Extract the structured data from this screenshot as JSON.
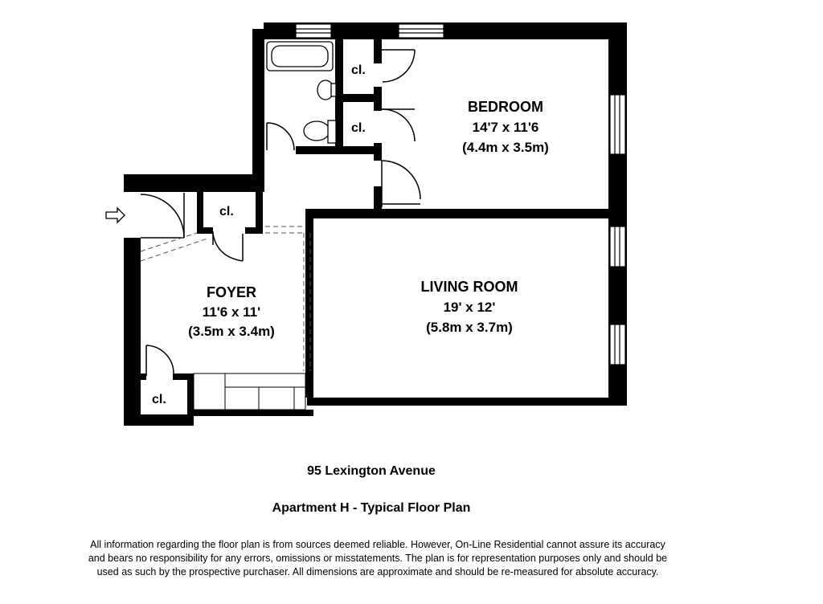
{
  "rooms": {
    "bedroom": {
      "name": "BEDROOM",
      "imperial": "14'7 x 11'6",
      "metric": "(4.4m x 3.5m)"
    },
    "living_room": {
      "name": "LIVING ROOM",
      "imperial": "19' x 12'",
      "metric": "(5.8m x 3.7m)"
    },
    "foyer": {
      "name": "FOYER",
      "imperial": "11'6 x 11'",
      "metric": "(3.5m x 3.4m)"
    }
  },
  "closets": {
    "top": "cl.",
    "middle": "cl.",
    "foyer_top": "cl.",
    "foyer_bottom": "cl."
  },
  "entry_icon": "arrow-right-icon",
  "address": "95 Lexington Avenue",
  "plan_title": "Apartment H - Typical Floor Plan",
  "disclaimer": [
    "All information regarding the floor plan is from sources deemed reliable.  However, On-Line Residential cannot assure its accuracy",
    "and bears no responsibility for any errors, omissions or misstatements.  The plan is for representation purposes only and should be",
    "used as such by the prospective purchaser.  All dimensions are approximate and should be re-measured for absolute accuracy."
  ]
}
